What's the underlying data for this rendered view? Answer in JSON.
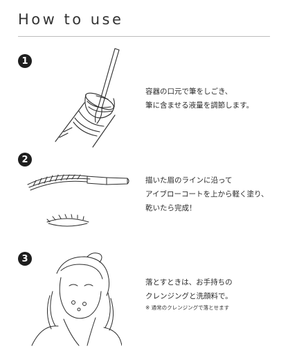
{
  "page": {
    "title": "How to use"
  },
  "steps": [
    {
      "number": "1",
      "lines": [
        "容器の口元で筆をしごき、",
        "筆に含ませる液量を調節します。"
      ],
      "illustration_icon": "brush-bottle-icon"
    },
    {
      "number": "2",
      "lines": [
        "描いた眉のラインに沿って",
        "アイブローコートを上から軽く塗り、",
        "乾いたら完成！"
      ],
      "illustration_icon": "eyebrow-brush-icon"
    },
    {
      "number": "3",
      "lines": [
        "落とすときは、お手持ちの",
        "クレンジングと洗顔料で。"
      ],
      "note": "※ 通常のクレンジングで落とせます",
      "illustration_icon": "face-washing-icon"
    }
  ]
}
